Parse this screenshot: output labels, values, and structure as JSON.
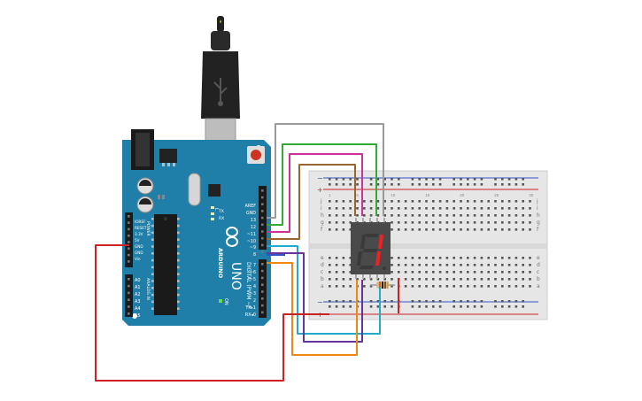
{
  "arduino": {
    "brand": "ARDUINO",
    "model": "UNO",
    "on_label": "ON",
    "tx_label": "TX",
    "rx_label": "RX",
    "l_label": "L",
    "digital_section": "DIGITAL (PWM ~)",
    "analog_section": "ANALOG IN",
    "power_section": "POWER",
    "power_pins": [
      "IOREF",
      "RESET",
      "3.3V",
      "5V",
      "GND",
      "GND",
      "Vin"
    ],
    "analog_pins": [
      "A0",
      "A1",
      "A2",
      "A3",
      "A4",
      "A5"
    ],
    "top_pins": [
      "AREF",
      "GND",
      "13",
      "12",
      "~11",
      "~10",
      "~9",
      "8"
    ],
    "bottom_pins": [
      "7",
      "~6",
      "~5",
      "4",
      "~3",
      "2",
      "TX▸1",
      "RX◂0"
    ]
  },
  "breadboard": {
    "row_letters_top": [
      "j",
      "i",
      "h",
      "g",
      "f"
    ],
    "row_letters_bottom": [
      "e",
      "d",
      "c",
      "b",
      "a"
    ],
    "rail_plus": "+",
    "rail_minus": "−",
    "columns": 30
  },
  "display": {
    "digit": "1"
  },
  "colors": {
    "wire_red": "#cc2222",
    "wire_gray": "#9a9a9a",
    "wire_green": "#33aa33",
    "wire_pink": "#cc3399",
    "wire_brown": "#996633",
    "wire_cyan": "#22aacc",
    "wire_purple": "#663399",
    "wire_blue": "#3355cc",
    "wire_orange": "#ee8811",
    "arduino_board": "#1f7fa8",
    "segment_on": "#ee2222",
    "segment_off": "#3a3a3a"
  }
}
